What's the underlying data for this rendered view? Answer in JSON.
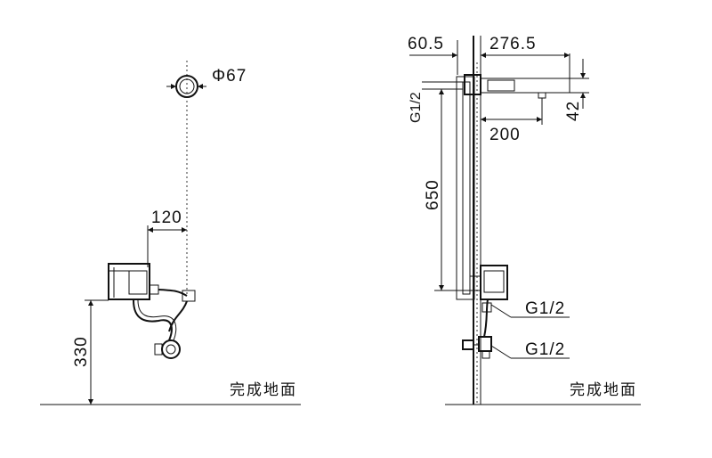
{
  "front_view": {
    "diameter_label": "Φ67",
    "horizontal_offset_label": "120",
    "height_label": "330",
    "floor_label": "完成地面"
  },
  "side_view": {
    "wall_offset_label": "60.5",
    "spout_length_label": "276.5",
    "thread_top_label": "G1/2",
    "spout_height_label": "42",
    "spout_reach_label": "200",
    "vertical_label": "650",
    "thread_box_label": "G1/2",
    "thread_valve_label": "G1/2",
    "floor_label": "完成地面"
  },
  "colors": {
    "line": "#111111",
    "background": "#ffffff"
  }
}
